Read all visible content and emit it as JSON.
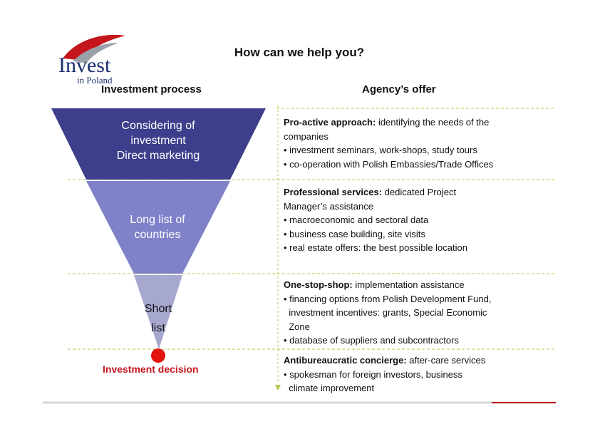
{
  "logo": {
    "wordmark": "Invest",
    "tagline": "in Poland"
  },
  "title": "How can we help you?",
  "columns": {
    "left": "Investment process",
    "right": "Agency’s offer"
  },
  "funnel": {
    "stage1": [
      "Considering of",
      "investment",
      "Direct marketing"
    ],
    "stage2": [
      "Long list of",
      "countries"
    ],
    "stage3": [
      "Short",
      "list"
    ],
    "decision": "Investment decision"
  },
  "offers": [
    {
      "heading": "Pro-active approach:",
      "lead": " identifying the needs of the",
      "cont": "companies",
      "bullets": [
        "• investment seminars, work-shops, study tours",
        "• co-operation with Polish Embassies/Trade Offices"
      ]
    },
    {
      "heading": "Professional services:",
      "lead": " dedicated Project",
      "cont": "Manager’s assistance",
      "bullets": [
        "• macroeconomic and sectoral data",
        "• business case building, site visits",
        "• real estate offers: the best possible location"
      ]
    },
    {
      "heading": "One-stop-shop:",
      "lead": " implementation assistance",
      "bullets": [
        "• financing options from Polish Development Fund,",
        "  investment incentives: grants, Special Economic",
        "  Zone",
        "• database of suppliers and subcontractors"
      ]
    },
    {
      "heading": "Antibureaucratic concierge:",
      "lead": " after-care services",
      "bullets": [
        "• spokesman for foreign investors, business",
        "  climate improvement"
      ]
    }
  ],
  "colors": {
    "stage1": "#3d3f8c",
    "stage2": "#7f82c9",
    "stage3": "#a7a8cf",
    "decision_dot": "#e3130f",
    "logo_red": "#c4161c",
    "logo_blue": "#1a2e6e",
    "guide_line": "#b7c74d",
    "arrow": "#b7c74d"
  }
}
